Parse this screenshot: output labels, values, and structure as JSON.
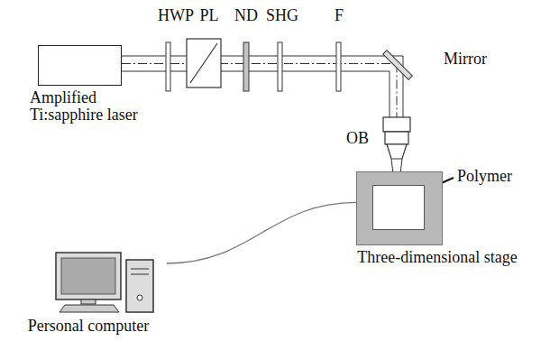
{
  "diagram": {
    "nodes": [
      {
        "text": [
          "Amplified Ti:sapphire laser"
        ]
      },
      {
        "text": [
          "Three-dimensional stage"
        ]
      },
      {
        "text": [
          "Personal computer"
        ]
      }
    ],
    "edges": [
      {
        "from": 2,
        "to": 1,
        "arrow": "none"
      }
    ],
    "labels": [
      "HWP",
      "PL",
      "ND",
      "SHG",
      "F",
      "Mirror",
      "OB",
      "Polymer"
    ]
  }
}
